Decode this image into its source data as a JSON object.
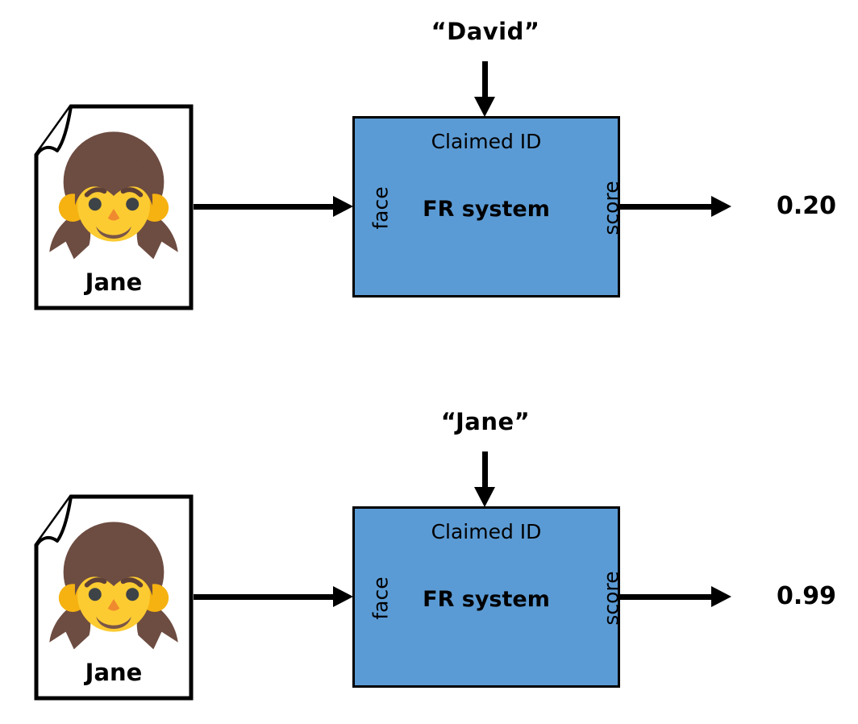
{
  "colors": {
    "box_fill": "#5B9BD5",
    "line": "#000000",
    "background": "#FFFFFF"
  },
  "rows": [
    {
      "photo": {
        "icon": "girl-emoji",
        "label": "Jane"
      },
      "claimed_id_value": "“David”",
      "box": {
        "top_label": "Claimed ID",
        "name": "FR system",
        "input_port": "face",
        "output_port": "score"
      },
      "score": "0.20"
    },
    {
      "photo": {
        "icon": "girl-emoji",
        "label": "Jane"
      },
      "claimed_id_value": "“Jane”",
      "box": {
        "top_label": "Claimed ID",
        "name": "FR system",
        "input_port": "face",
        "output_port": "score"
      },
      "score": "0.99"
    }
  ]
}
